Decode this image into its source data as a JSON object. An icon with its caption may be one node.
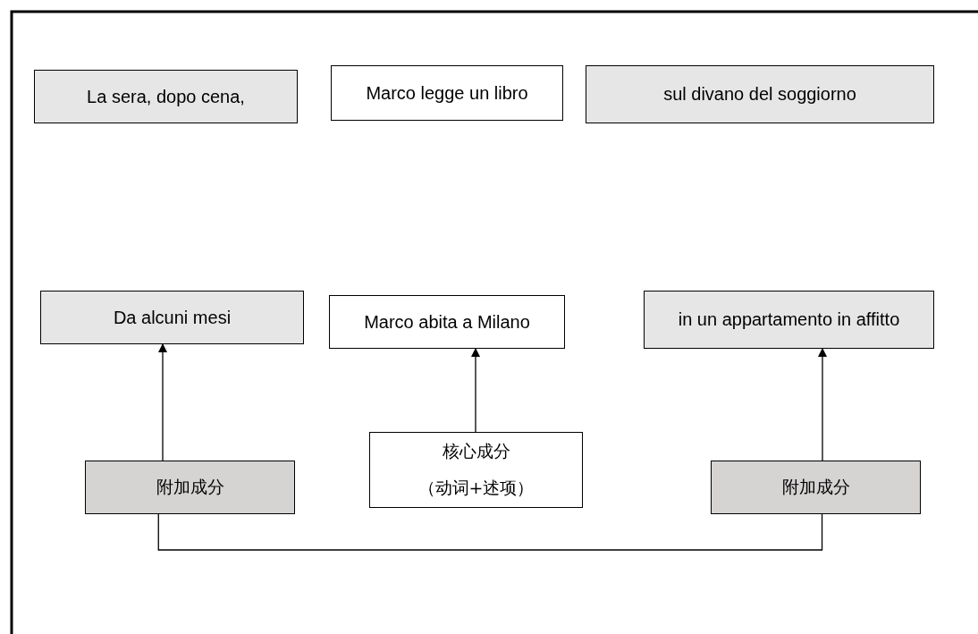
{
  "diagram": {
    "nodes": [
      {
        "text": [
          "La sera, dopo cena,"
        ]
      },
      {
        "text": [
          "Marco legge un libro"
        ]
      },
      {
        "text": [
          "sul divano del soggiorno"
        ]
      },
      {
        "text": [
          "Da alcuni mesi"
        ]
      },
      {
        "text": [
          "Marco abita a Milano"
        ]
      },
      {
        "text": [
          "in un appartamento in affitto"
        ]
      },
      {
        "text": [
          "附加成分"
        ]
      },
      {
        "text": [
          "核心成分",
          "（动词+述项）"
        ]
      },
      {
        "text": [
          "附加成分"
        ]
      }
    ],
    "edges": [
      {
        "from": 6,
        "to": 3,
        "arrow": "to"
      },
      {
        "from": 7,
        "to": 4,
        "arrow": "to"
      },
      {
        "from": 8,
        "to": 5,
        "arrow": "to"
      },
      {
        "from": 6,
        "to": 8,
        "arrow": "none"
      }
    ]
  }
}
